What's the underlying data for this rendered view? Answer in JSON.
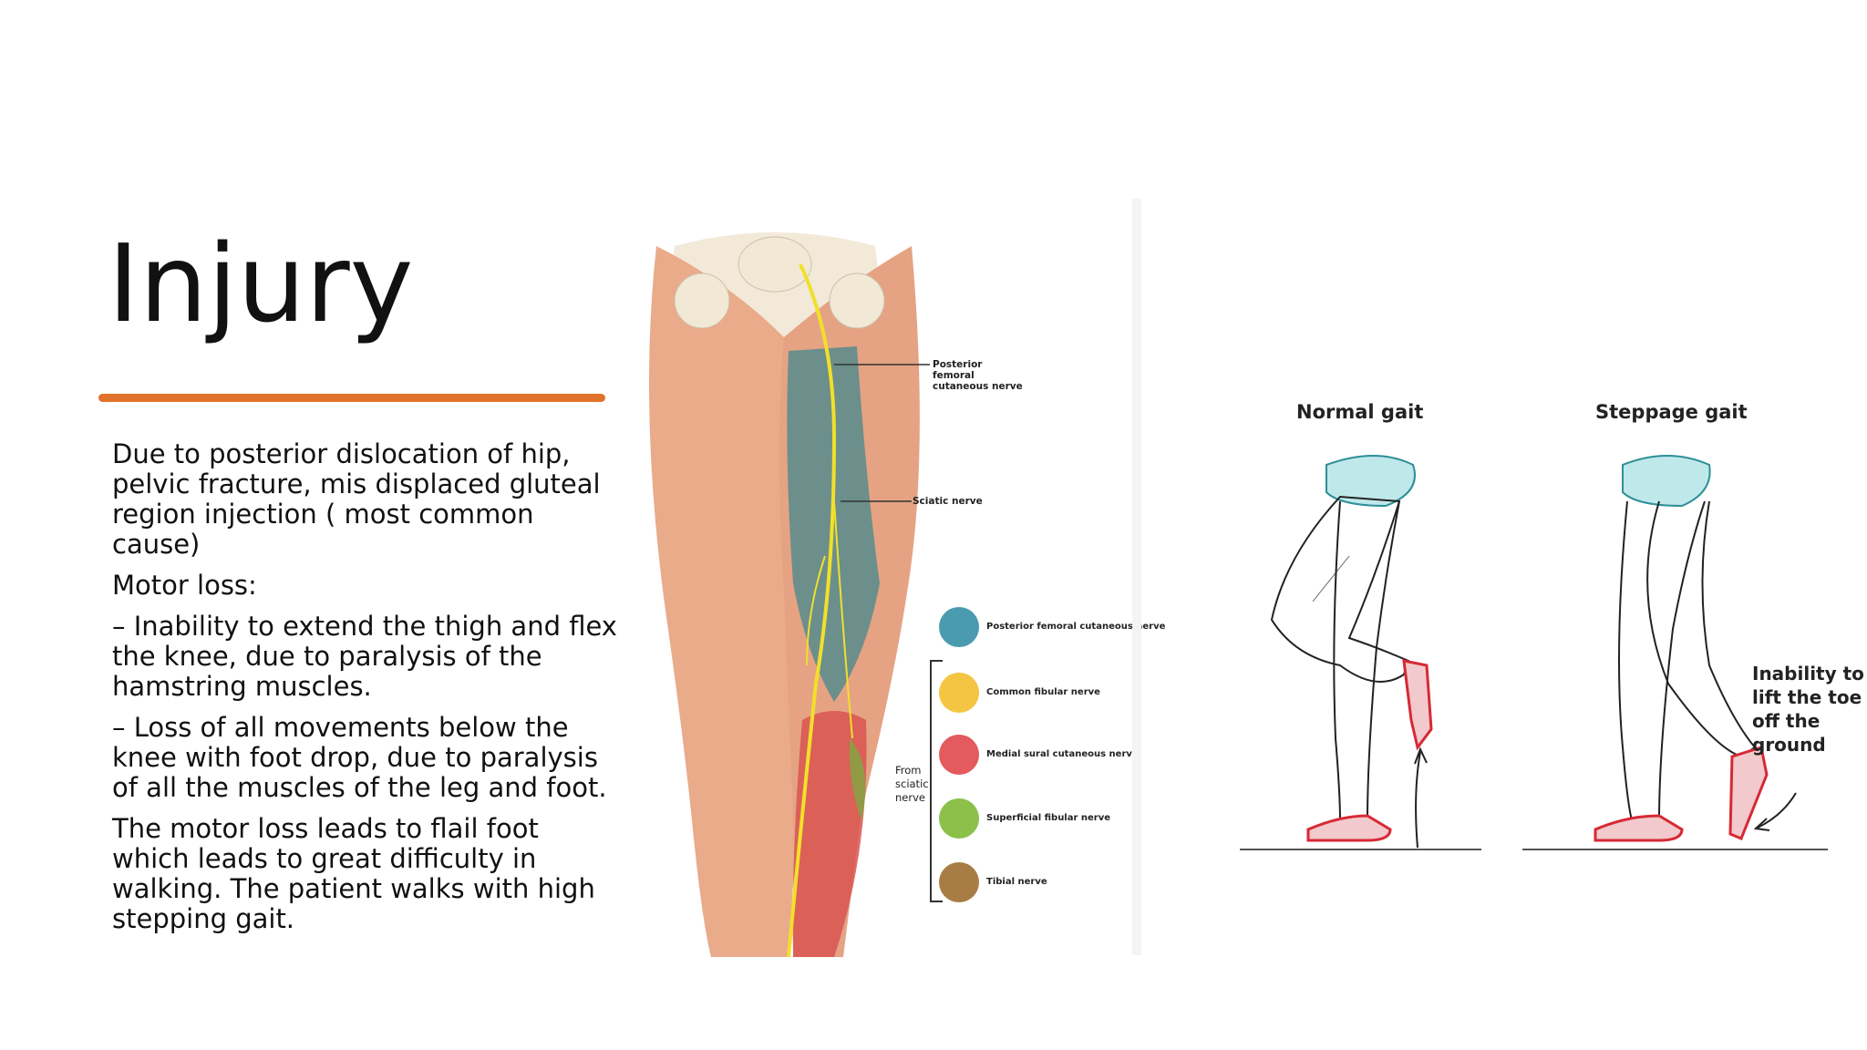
{
  "slide": {
    "title": "Injury",
    "paragraphs": [
      "Due to posterior dislocation of hip, pelvic fracture, mis displaced gluteal region injection ( most common cause)",
      "Motor loss:",
      "– Inability to extend the thigh and flex the knee, due to paralysis of the hamstring muscles.",
      "– Loss of all movements below the knee with foot drop, due to paralysis of all the muscles of the leg and foot.",
      "The motor loss leads to flail foot which leads to great difficulty in walking. The patient walks with high stepping gait."
    ],
    "accent_color": "#e0722b"
  },
  "anatomy_figure": {
    "callouts": {
      "posterior_femoral": "Posterior femoral cutaneous nerve",
      "sciatic": "Sciatic nerve"
    },
    "from_sciatic_label": "From sciatic nerve",
    "legend": [
      {
        "label": "Posterior femoral cutaneous nerve",
        "color": "#4a9bb0"
      },
      {
        "label": "Common fibular nerve",
        "color": "#f4c542"
      },
      {
        "label": "Medial sural cutaneous nerve",
        "color": "#e35a5f"
      },
      {
        "label": "Superficial fibular nerve",
        "color": "#8dc04b"
      },
      {
        "label": "Tibial nerve",
        "color": "#a87d45"
      }
    ]
  },
  "gait_figure": {
    "normal_label": "Normal gait",
    "steppage_label": "Steppage gait",
    "caption": "Inability to lift the toe off the ground"
  }
}
